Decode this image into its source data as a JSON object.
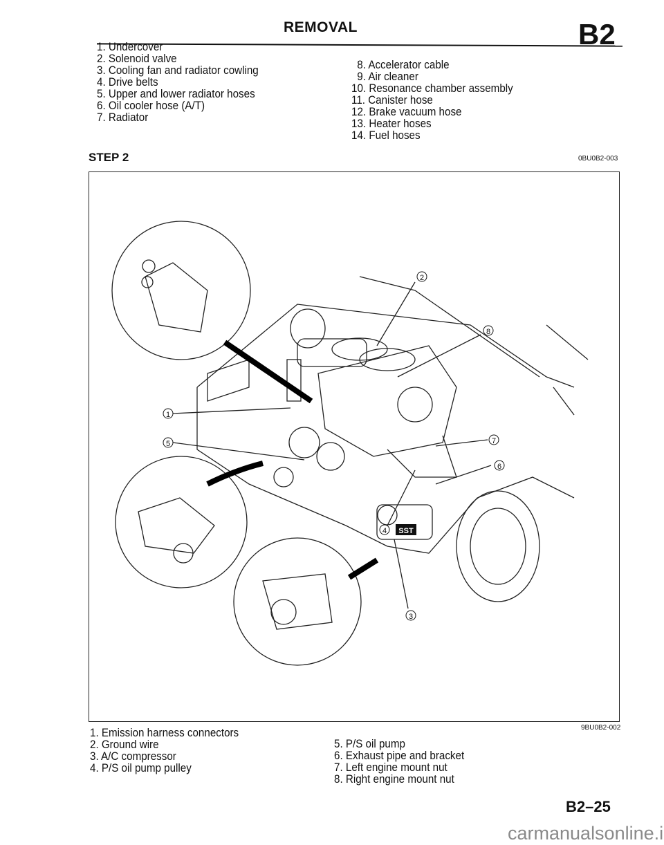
{
  "header": {
    "title": "REMOVAL",
    "section": "B2"
  },
  "top_list_left": [
    "1. Undercover",
    "2. Solenoid valve",
    "3. Cooling fan and radiator cowling",
    "4. Drive belts",
    "5. Upper and lower radiator hoses",
    "6. Oil cooler hose (A/T)",
    "7. Radiator"
  ],
  "top_list_right": [
    "8. Accelerator cable",
    "9. Air cleaner",
    "10. Resonance chamber assembly",
    "11. Canister hose",
    "12. Brake vacuum hose",
    "13. Heater hoses",
    "14. Fuel hoses"
  ],
  "step": {
    "label": "STEP 2",
    "code": "0BU0B2-003"
  },
  "figure": {
    "code": "9BU0B2-002",
    "callouts": [
      "1",
      "2",
      "3",
      "4",
      "5",
      "6",
      "7",
      "8"
    ],
    "sst_label": "SST"
  },
  "bottom_list_left": [
    "1. Emission harness connectors",
    "2. Ground wire",
    "3. A/C compressor",
    "4. P/S oil pump pulley"
  ],
  "bottom_list_right": [
    "5. P/S oil pump",
    "6. Exhaust pipe and bracket",
    "7. Left engine mount nut",
    "8. Right engine mount nut"
  ],
  "footer": {
    "page_number": "B2–25",
    "watermark": "carmanualsonline.info"
  }
}
